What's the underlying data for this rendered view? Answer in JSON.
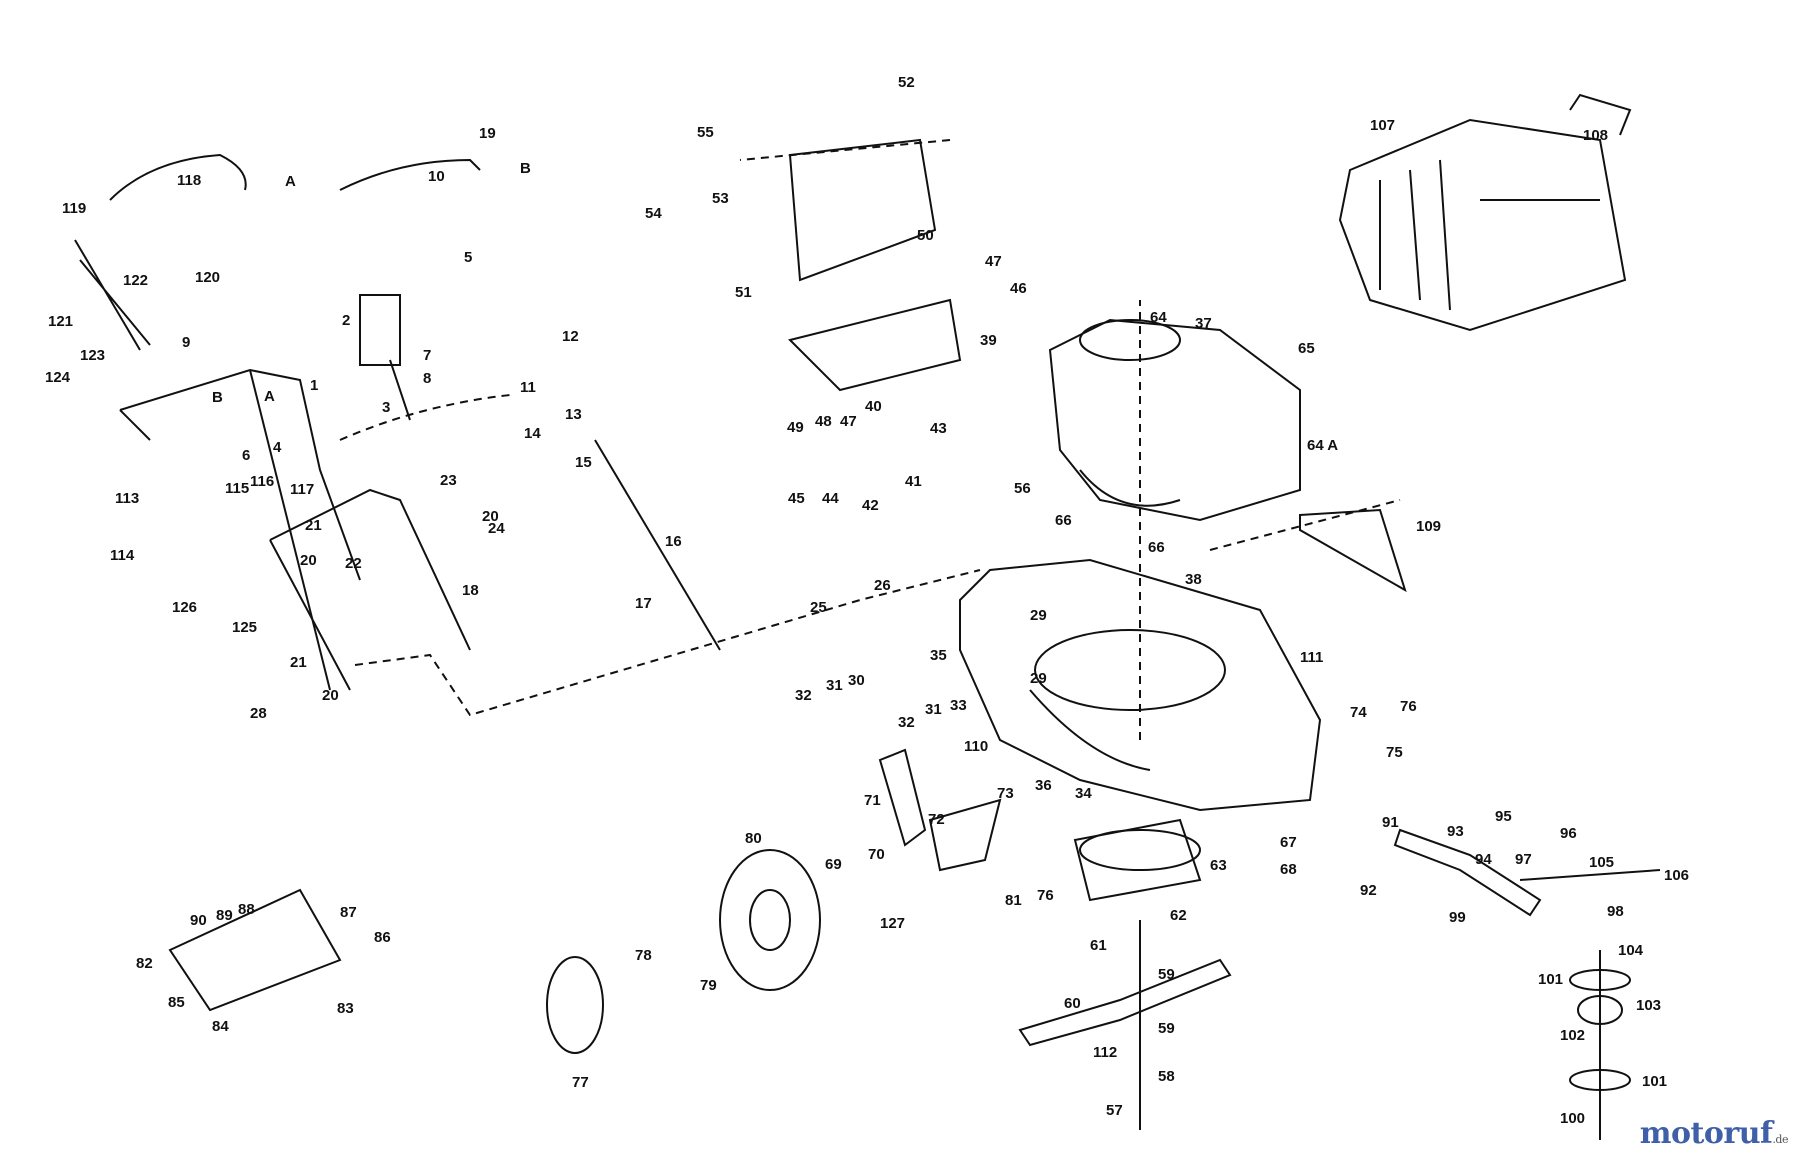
{
  "diagram": {
    "labels": [
      "1",
      "2",
      "3",
      "4",
      "5",
      "6",
      "7",
      "8",
      "9",
      "10",
      "11",
      "12",
      "13",
      "14",
      "15",
      "16",
      "17",
      "18",
      "19",
      "20",
      "20",
      "20",
      "21",
      "21",
      "22",
      "23",
      "24",
      "25",
      "26",
      "28",
      "29",
      "29",
      "30",
      "31",
      "31",
      "32",
      "32",
      "33",
      "34",
      "35",
      "36",
      "37",
      "38",
      "39",
      "40",
      "41",
      "42",
      "43",
      "44",
      "45",
      "46",
      "47",
      "47",
      "48",
      "49",
      "50",
      "51",
      "52",
      "53",
      "54",
      "55",
      "56",
      "57",
      "58",
      "59",
      "59",
      "60",
      "61",
      "62",
      "63",
      "64",
      "64 A",
      "65",
      "66",
      "66",
      "67",
      "68",
      "69",
      "70",
      "71",
      "72",
      "73",
      "74",
      "75",
      "76",
      "76",
      "77",
      "78",
      "79",
      "80",
      "81",
      "82",
      "83",
      "84",
      "85",
      "86",
      "87",
      "88",
      "89",
      "90",
      "91",
      "92",
      "93",
      "94",
      "95",
      "96",
      "97",
      "98",
      "99",
      "100",
      "101",
      "101",
      "102",
      "103",
      "104",
      "105",
      "106",
      "107",
      "108",
      "109",
      "110",
      "111",
      "112",
      "113",
      "114",
      "115",
      "116",
      "117",
      "118",
      "119",
      "120",
      "121",
      "122",
      "123",
      "124",
      "125",
      "126",
      "127",
      "A",
      "A",
      "B",
      "B"
    ]
  },
  "watermark": {
    "text": "motoruf",
    "suffix": ".de"
  },
  "colors": {
    "ink": "#111111",
    "background": "#ffffff",
    "watermark": "#3f5fa8"
  }
}
